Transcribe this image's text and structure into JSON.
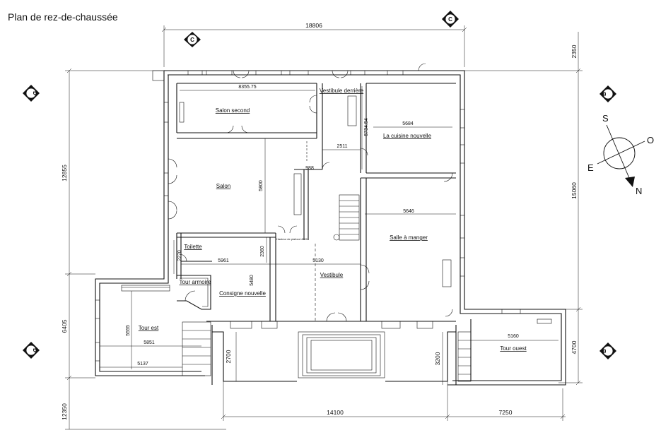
{
  "title": "Plan de rez-de-chaussée",
  "rooms": {
    "salon_second": "Salon second",
    "vestibule_derriere": "Vestibule derrière",
    "cuisine_nouvelle": "La cuisine nouvelle",
    "salon": "Salon",
    "salle_a_manger": "Salle à manger",
    "toilette": "Toilette",
    "tour_armoire": "Tour armoire",
    "consigne_nouvelle": "Consigne nouvelle",
    "vestibule": "Vestibule",
    "tour_est": "Tour est",
    "tour_ouest": "Tour ouest"
  },
  "small_note": "Hauteur de plafond 4500",
  "dimensions": {
    "top": "18806",
    "left_upper": "12855",
    "left_middle": "6405",
    "left_lower": "12350",
    "right_top": "2350",
    "right_main": "15060",
    "right_lower": "4700",
    "bottom_center": "14100",
    "bottom_right": "7250",
    "terrace_left": "2700",
    "terrace_right": "3200",
    "salon_second_width": "8355.75",
    "cuisine_width": "5684",
    "cuisine_height": "5734.54",
    "passage": "2511",
    "small": "988",
    "salon_height": "5800",
    "salle_width": "5646",
    "toilette_height": "2270",
    "consigne_height": "2360",
    "width_5961": "5961",
    "width_5130": "5130",
    "height_5480": "5480",
    "tour_est_height": "5555",
    "tour_est_width": "5851",
    "tour_est_width2": "5137",
    "tour_ouest_width": "5160"
  },
  "section_marks": {
    "c_top_left": "C",
    "c_top_right": "C",
    "d_upper": "D",
    "d_lower": "D",
    "b_upper": "B",
    "b_lower": "B"
  },
  "compass": {
    "s": "S",
    "o": "O",
    "e": "E",
    "n": "N"
  }
}
